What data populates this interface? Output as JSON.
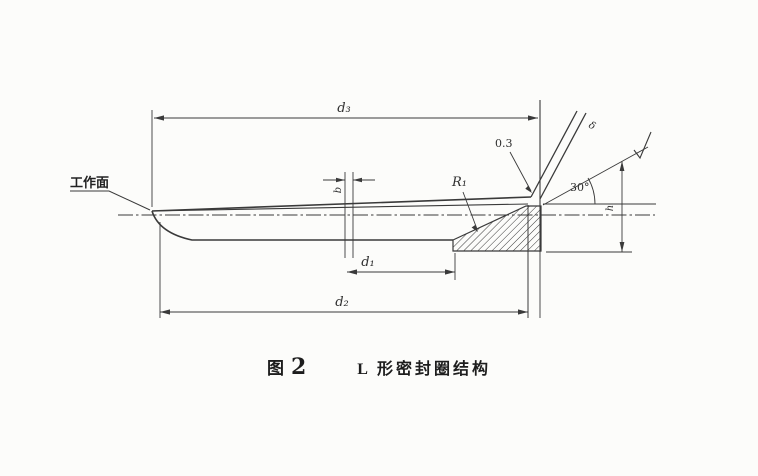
{
  "figure": {
    "caption_fig_label": "图",
    "caption_fig_number": "2",
    "caption_title": "L 形密封圈结构"
  },
  "labels": {
    "working_surface": "工作面",
    "dim_d3": "d₃",
    "dim_d1": "d₁",
    "dim_d2": "d₂",
    "radius_r1": "R₁",
    "chamfer_value": "0.3",
    "angle_30": "30°",
    "lip_thickness_delta": "δ",
    "dim_b": "b",
    "dim_h": "h"
  },
  "icons": {
    "surface_roughness": "√"
  },
  "colors": {
    "paper": "#fcfcfa",
    "ink": "#3a3a3a"
  }
}
